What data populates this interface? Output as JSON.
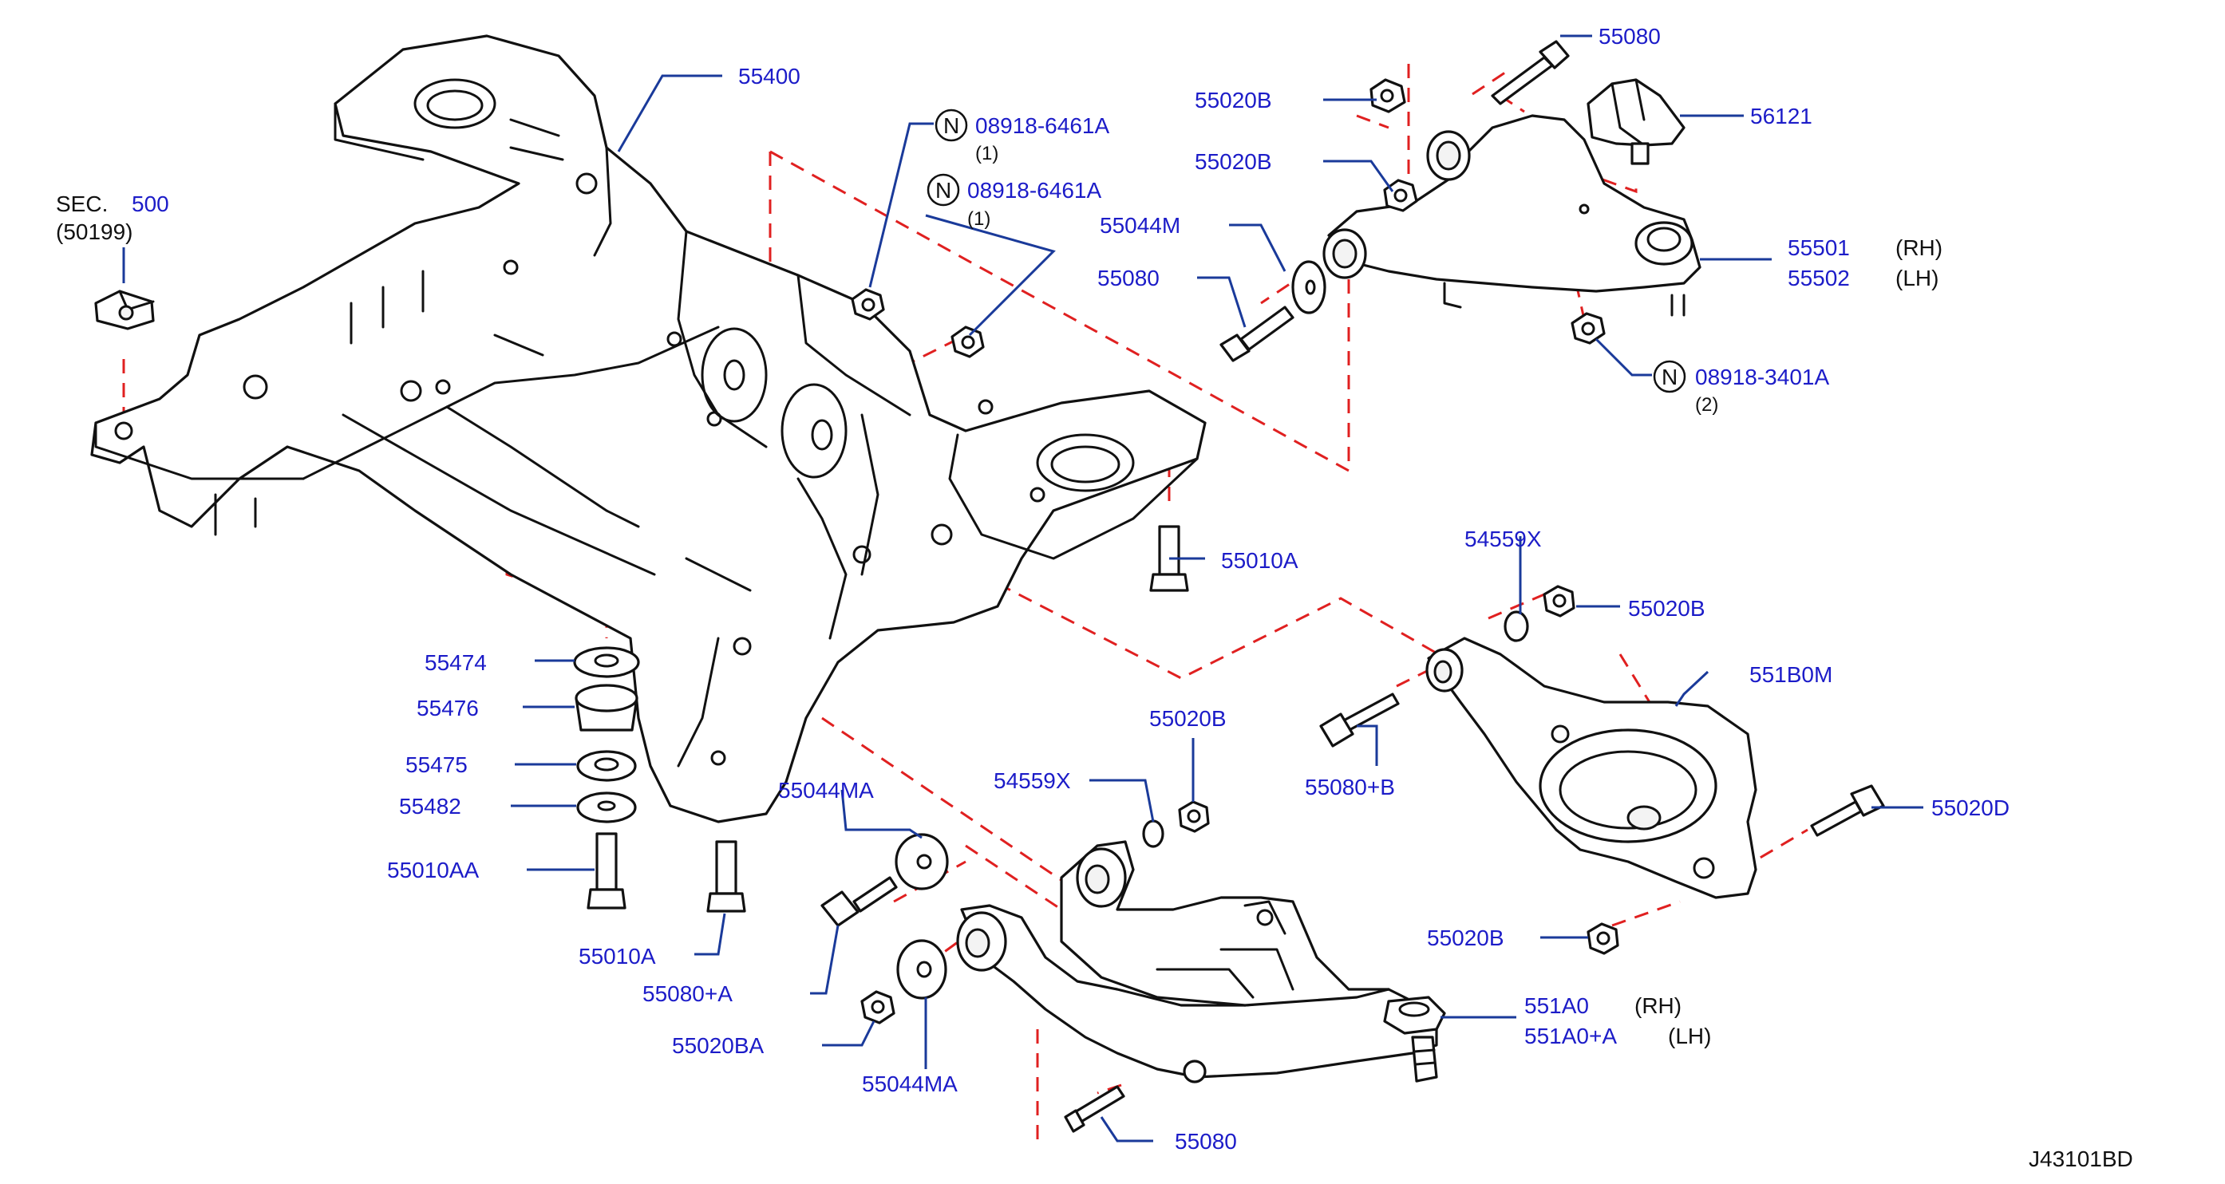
{
  "diagram_code": "J43101BD",
  "sec": {
    "prefix": "SEC.",
    "number": "500",
    "sub": "(50199)"
  },
  "nuts": [
    {
      "mark": "N",
      "code": "08918-6461A",
      "qty": "(1)"
    },
    {
      "mark": "N",
      "code": "08918-6461A",
      "qty": "(1)"
    },
    {
      "mark": "N",
      "code": "08918-3401A",
      "qty": "(2)"
    }
  ],
  "side": {
    "rh": "(RH)",
    "lh": "(LH)"
  },
  "colors": {
    "label": "#1c1cc8",
    "leader": "#1a3a9a",
    "dashed": "#e02020",
    "outline": "#111111"
  }
}
